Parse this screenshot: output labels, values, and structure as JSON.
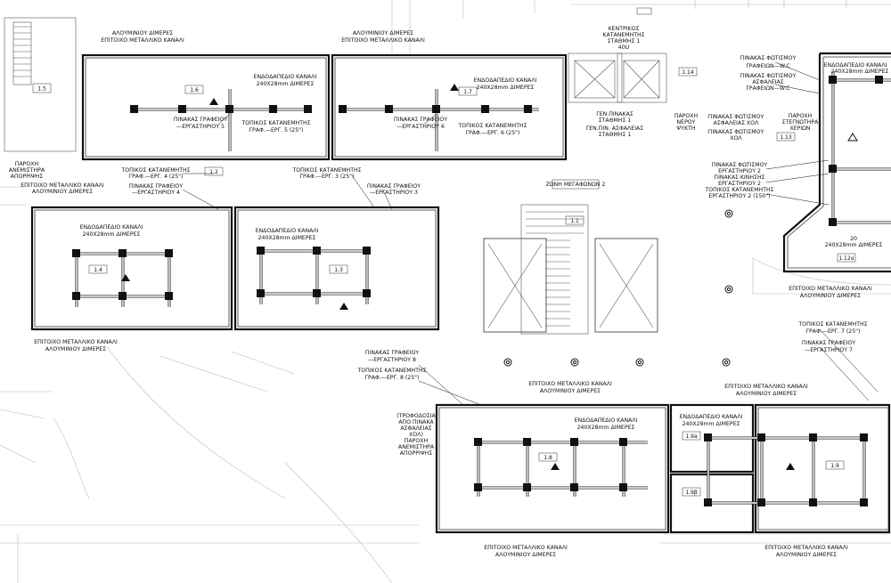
{
  "rooms": [
    {
      "id": "1.5",
      "title": "1.5"
    },
    {
      "id": "1.6",
      "title": "1.6"
    },
    {
      "id": "1.7",
      "title": "1.7"
    },
    {
      "id": "1.4",
      "title": "1.4"
    },
    {
      "id": "1.3",
      "title": "1.3"
    },
    {
      "id": "1.2",
      "title": "1.2"
    },
    {
      "id": "1.1",
      "title": "1.1"
    },
    {
      "id": "1.8",
      "title": "1.8"
    },
    {
      "id": "1.9",
      "title": "1.9"
    },
    {
      "id": "1.9a",
      "title": "1.9a"
    },
    {
      "id": "1.9b",
      "title": "1.9β"
    },
    {
      "id": "1.12a",
      "title": "1.12α"
    },
    {
      "id": "1.13",
      "title": "1.13"
    },
    {
      "id": "1.14",
      "title": "1.14"
    }
  ],
  "labels": {
    "alum_channel_1": "ΑΛΟΥΜΙΝΙΟΥ ΔΙΜΕΡΕΣ",
    "alum_channel_2": "ΕΠΙΤΟΙΧΟ ΜΕΤΑΛΛΙΚΟ ΚΑΝΑΛΙ",
    "floor_channel_1": "ΕΝΔΟΔΑΠΕΔΙΟ ΚΑΝΑΛΙ",
    "floor_channel_2": "240Χ28mm ΔΙΜΕΡΕΣ",
    "lab_panel_5a": "ΠΙΝΑΚΑΣ ΓΡΑΦΕΙΟΥ",
    "lab_panel_5b": "—ΕΡΓΑΣΤΗΡΙΟΥ 5",
    "lab_panel_6b": "—ΕΡΓΑΣΤΗΡΙΟΥ 6",
    "local_dist_1": "ΤΟΠΙΚΟΣ ΚΑΤΑΝΕΜΗΤΗΣ",
    "local_dist_5": "ΓΡΑΦ.—ΕΡΓ. 5 (25\")",
    "local_dist_6": "ΓΡΑΦ.—ΕΡΓ. 6 (25\")",
    "central_dist_1": "ΚΕΝΤΡΙΚΟΣ",
    "central_dist_2": "ΚΑΤΑΝΕΜΗΤΗΣ",
    "central_dist_3": "ΣΤΑΘΜΗΣ 1",
    "central_dist_4": "40U",
    "gen_panel_1": "ΓΕΝ.ΠΙΝΑΚΑΣ",
    "gen_panel_2": "ΣΤΑΘΜΗΣ 1",
    "gen_panel_3": "ΓΕΝ.ΠΙΝ. ΑΣΦΑΛΕΙΑΣ",
    "gen_panel_4": "ΣΤΑΘΜΗΣ 1",
    "water_1": "ΠΑΡΟΧΗ",
    "water_2": "ΝΕΡΟΥ",
    "water_3": "ΨΥΚΤΗ",
    "dryer_1": "ΠΑΡΟΧΗ",
    "dryer_2": "ΣΤΕΓΝΩΤΗΡΑ",
    "dryer_3": "ΧΕΡΙΩΝ",
    "light_wc_1": "ΠΙΝΑΚΑΣ ΦΩΤΙΣΜΟΥ",
    "light_wc_2": "ΓΡΑΦΕΙΩΝ—W.C",
    "light_wc_3": "ΠΙΝΑΚΑΣ ΦΩΤΙΣΜΟΥ",
    "light_wc_4": "ΑΣΦΑΛΕΙΑΣ",
    "light_wc_5": "ΓΡΑΦΕΙΩΝ—W.C",
    "light_col_1": "ΠΙΝΑΚΑΣ ΦΩΤΙΣΜΟΥ",
    "light_col_2": "ΑΣΦΑΛΕΙΑΣ ΧΟΛ",
    "light_col_3": "ΠΙΝΑΚΑΣ ΦΩΤΙΣΜΟΥ",
    "light_col_4": "ΧΟΛ",
    "lab2_1": "ΠΙΝΑΚΑΣ ΦΩΤΙΣΜΟΥ",
    "lab2_2": "ΕΡΓΑΣΤΗΡΙΟΥ 2",
    "lab2_3": "ΠΙΝΑΚΑΣ ΚΙΝΗΣΗΣ",
    "lab2_4": "ΕΡΓΑΣΤΗΡΙΟΥ 2",
    "lab2_5": "ΤΟΠΙΚΟΣ ΚΑΤΑΝΕΜΗΤΗΣ",
    "lab2_6": "ΕΡΓΑΣΤΗΡΙΟΥ 2 (150\")",
    "dryer_left_1": "ΠΑΡΟΧΗ",
    "dryer_left_2": "ΑΝΕΜΙΣΤΗΡΑ",
    "dryer_left_3": "ΑΠΟΡΡΙΨΗΣ",
    "local_dist_4": "ΓΡΑΦ.—ΕΡΓ. 4 (25\")",
    "lab_panel_4b": "—ΕΡΓΑΣΤΗΡΙΟΥ 4",
    "local_dist_3": "ΓΡΑΦ.—ΕΡΓ. 3 (25\")",
    "lab_panel_3b": "—ΕΡΓΑΣΤΗΡΙΟΥ 3",
    "zone": "ΖΩΝΗ ΜΕΓΑΦΩΝΩΝ 2",
    "lab_panel_8b": "—ΕΡΓΑΣΤΗΡΙΟΥ 8",
    "local_dist_8": "ΓΡΑΦ.—ΕΡΓ. 8 (25\")",
    "supply_1": "(ΤΡΟΦΟΔΟΣΙΑ",
    "supply_2": "ΑΠΟ ΠΙΝΑΚΑ",
    "supply_3": "ΑΣΦΑΛΕΙΑΣ",
    "supply_4": "ΧΟΛ)",
    "supply_5": "ΠΑΡΟΧΗ",
    "supply_6": "ΑΝΕΜΙΣΤΗΡΑ",
    "supply_7": "ΑΠΟΡΡΙΨΗΣ",
    "local_dist_7": "ΓΡΑΦ.—ΕΡΓ. 7 (25\")",
    "lab_panel_7b": "—ΕΡΓΑΣΤΗΡΙΟΥ 7",
    "twenty": "20",
    "dim_240": "240Χ28mm ΔΙΜΕΡΕΣ"
  }
}
